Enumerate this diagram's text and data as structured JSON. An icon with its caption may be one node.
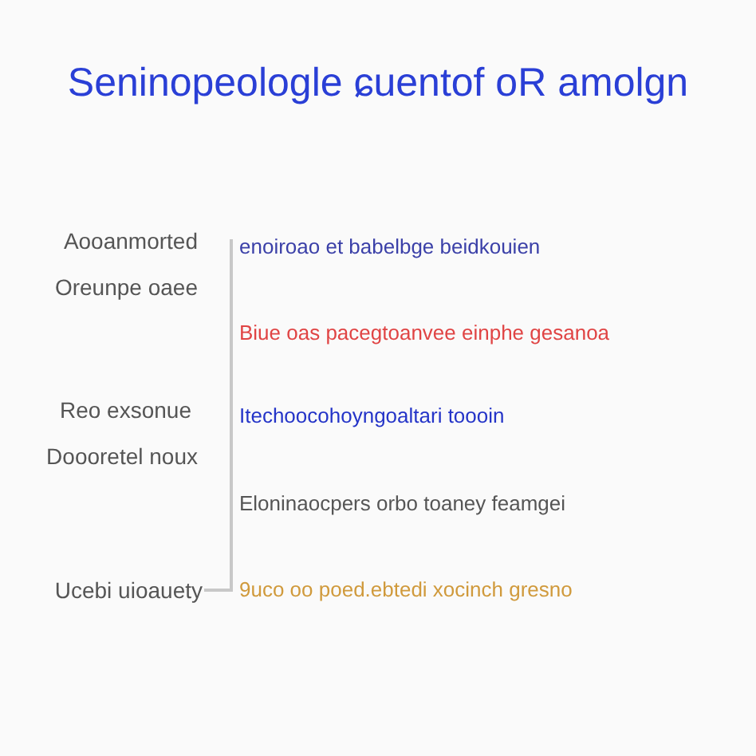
{
  "diagram": {
    "title": "Seninopeologle ɕuentof oR amolgn",
    "labels": [
      "Aooanmorted",
      "enoiroao et babelbge beidkouien",
      "Oreunpe oaee",
      "Biue oas pacegtoanvee einphe gesanoa",
      "Reo exsonue",
      "Itechoocohoyngoaltari toooin",
      "Doooretel noux",
      "Eloninaocpers orbo toaney feamgei",
      "Ucebi uioauety",
      "9uco oo poed.ebtedi xocinch gresno"
    ]
  }
}
